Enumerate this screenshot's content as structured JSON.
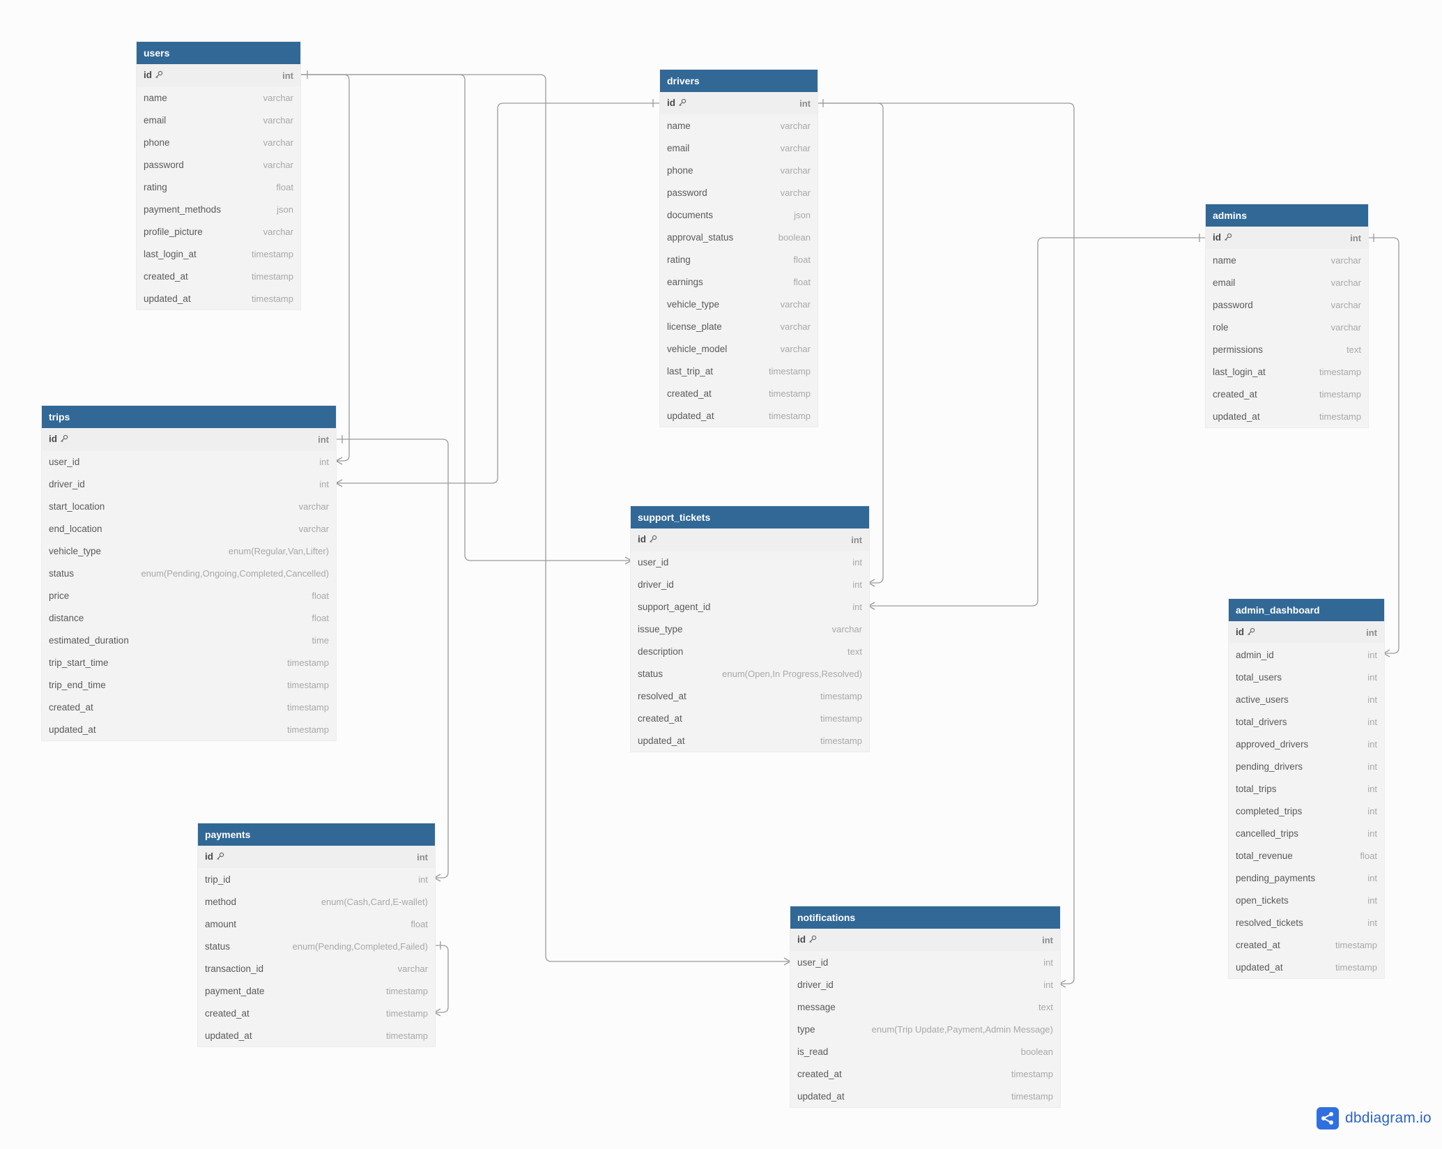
{
  "tables": [
    {
      "id": "users",
      "name": "users",
      "fields": [
        {
          "name": "id",
          "type": "int",
          "pk": true
        },
        {
          "name": "name",
          "type": "varchar"
        },
        {
          "name": "email",
          "type": "varchar"
        },
        {
          "name": "phone",
          "type": "varchar"
        },
        {
          "name": "password",
          "type": "varchar"
        },
        {
          "name": "rating",
          "type": "float"
        },
        {
          "name": "payment_methods",
          "type": "json"
        },
        {
          "name": "profile_picture",
          "type": "varchar"
        },
        {
          "name": "last_login_at",
          "type": "timestamp"
        },
        {
          "name": "created_at",
          "type": "timestamp"
        },
        {
          "name": "updated_at",
          "type": "timestamp"
        }
      ]
    },
    {
      "id": "drivers",
      "name": "drivers",
      "fields": [
        {
          "name": "id",
          "type": "int",
          "pk": true
        },
        {
          "name": "name",
          "type": "varchar"
        },
        {
          "name": "email",
          "type": "varchar"
        },
        {
          "name": "phone",
          "type": "varchar"
        },
        {
          "name": "password",
          "type": "varchar"
        },
        {
          "name": "documents",
          "type": "json"
        },
        {
          "name": "approval_status",
          "type": "boolean"
        },
        {
          "name": "rating",
          "type": "float"
        },
        {
          "name": "earnings",
          "type": "float"
        },
        {
          "name": "vehicle_type",
          "type": "varchar"
        },
        {
          "name": "license_plate",
          "type": "varchar"
        },
        {
          "name": "vehicle_model",
          "type": "varchar"
        },
        {
          "name": "last_trip_at",
          "type": "timestamp"
        },
        {
          "name": "created_at",
          "type": "timestamp"
        },
        {
          "name": "updated_at",
          "type": "timestamp"
        }
      ]
    },
    {
      "id": "admins",
      "name": "admins",
      "fields": [
        {
          "name": "id",
          "type": "int",
          "pk": true
        },
        {
          "name": "name",
          "type": "varchar"
        },
        {
          "name": "email",
          "type": "varchar"
        },
        {
          "name": "password",
          "type": "varchar"
        },
        {
          "name": "role",
          "type": "varchar"
        },
        {
          "name": "permissions",
          "type": "text"
        },
        {
          "name": "last_login_at",
          "type": "timestamp"
        },
        {
          "name": "created_at",
          "type": "timestamp"
        },
        {
          "name": "updated_at",
          "type": "timestamp"
        }
      ]
    },
    {
      "id": "trips",
      "name": "trips",
      "fields": [
        {
          "name": "id",
          "type": "int",
          "pk": true
        },
        {
          "name": "user_id",
          "type": "int"
        },
        {
          "name": "driver_id",
          "type": "int"
        },
        {
          "name": "start_location",
          "type": "varchar"
        },
        {
          "name": "end_location",
          "type": "varchar"
        },
        {
          "name": "vehicle_type",
          "type": "enum(Regular,Van,Lifter)"
        },
        {
          "name": "status",
          "type": "enum(Pending,Ongoing,Completed,Cancelled)"
        },
        {
          "name": "price",
          "type": "float"
        },
        {
          "name": "distance",
          "type": "float"
        },
        {
          "name": "estimated_duration",
          "type": "time"
        },
        {
          "name": "trip_start_time",
          "type": "timestamp"
        },
        {
          "name": "trip_end_time",
          "type": "timestamp"
        },
        {
          "name": "created_at",
          "type": "timestamp"
        },
        {
          "name": "updated_at",
          "type": "timestamp"
        }
      ]
    },
    {
      "id": "support_tickets",
      "name": "support_tickets",
      "fields": [
        {
          "name": "id",
          "type": "int",
          "pk": true
        },
        {
          "name": "user_id",
          "type": "int"
        },
        {
          "name": "driver_id",
          "type": "int"
        },
        {
          "name": "support_agent_id",
          "type": "int"
        },
        {
          "name": "issue_type",
          "type": "varchar"
        },
        {
          "name": "description",
          "type": "text"
        },
        {
          "name": "status",
          "type": "enum(Open,In Progress,Resolved)"
        },
        {
          "name": "resolved_at",
          "type": "timestamp"
        },
        {
          "name": "created_at",
          "type": "timestamp"
        },
        {
          "name": "updated_at",
          "type": "timestamp"
        }
      ]
    },
    {
      "id": "admin_dashboard",
      "name": "admin_dashboard",
      "fields": [
        {
          "name": "id",
          "type": "int",
          "pk": true
        },
        {
          "name": "admin_id",
          "type": "int"
        },
        {
          "name": "total_users",
          "type": "int"
        },
        {
          "name": "active_users",
          "type": "int"
        },
        {
          "name": "total_drivers",
          "type": "int"
        },
        {
          "name": "approved_drivers",
          "type": "int"
        },
        {
          "name": "pending_drivers",
          "type": "int"
        },
        {
          "name": "total_trips",
          "type": "int"
        },
        {
          "name": "completed_trips",
          "type": "int"
        },
        {
          "name": "cancelled_trips",
          "type": "int"
        },
        {
          "name": "total_revenue",
          "type": "float"
        },
        {
          "name": "pending_payments",
          "type": "int"
        },
        {
          "name": "open_tickets",
          "type": "int"
        },
        {
          "name": "resolved_tickets",
          "type": "int"
        },
        {
          "name": "created_at",
          "type": "timestamp"
        },
        {
          "name": "updated_at",
          "type": "timestamp"
        }
      ]
    },
    {
      "id": "payments",
      "name": "payments",
      "fields": [
        {
          "name": "id",
          "type": "int",
          "pk": true
        },
        {
          "name": "trip_id",
          "type": "int"
        },
        {
          "name": "method",
          "type": "enum(Cash,Card,E-wallet)"
        },
        {
          "name": "amount",
          "type": "float"
        },
        {
          "name": "status",
          "type": "enum(Pending,Completed,Failed)"
        },
        {
          "name": "transaction_id",
          "type": "varchar"
        },
        {
          "name": "payment_date",
          "type": "timestamp"
        },
        {
          "name": "created_at",
          "type": "timestamp"
        },
        {
          "name": "updated_at",
          "type": "timestamp"
        }
      ]
    },
    {
      "id": "notifications",
      "name": "notifications",
      "fields": [
        {
          "name": "id",
          "type": "int",
          "pk": true
        },
        {
          "name": "user_id",
          "type": "int"
        },
        {
          "name": "driver_id",
          "type": "int"
        },
        {
          "name": "message",
          "type": "text"
        },
        {
          "name": "type",
          "type": "enum(Trip Update,Payment,Admin Message)"
        },
        {
          "name": "is_read",
          "type": "boolean"
        },
        {
          "name": "created_at",
          "type": "timestamp"
        },
        {
          "name": "updated_at",
          "type": "timestamp"
        }
      ]
    }
  ],
  "relations": [
    {
      "from": "users.id",
      "to": "trips.user_id"
    },
    {
      "from": "users.id",
      "to": "support_tickets.user_id"
    },
    {
      "from": "users.id",
      "to": "notifications.user_id"
    },
    {
      "from": "drivers.id",
      "to": "trips.driver_id"
    },
    {
      "from": "drivers.id",
      "to": "support_tickets.driver_id"
    },
    {
      "from": "drivers.id",
      "to": "notifications.driver_id"
    },
    {
      "from": "admins.id",
      "to": "support_tickets.support_agent_id"
    },
    {
      "from": "admins.id",
      "to": "admin_dashboard.admin_id"
    },
    {
      "from": "trips.id",
      "to": "payments.trip_id"
    },
    {
      "from": "payments.status",
      "to": "payments.created_at"
    }
  ],
  "brand": {
    "name": "dbdiagram.io"
  },
  "colors": {
    "header": "#316896",
    "body": "#f3f3f3",
    "line": "#9a9a9a",
    "brand": "#2f6fe0"
  }
}
